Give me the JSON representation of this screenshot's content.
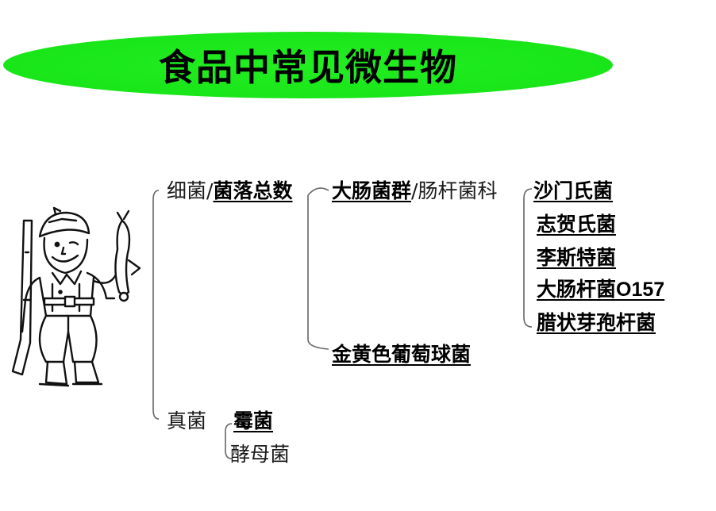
{
  "title": "食品中常见微生物",
  "colors": {
    "title_ellipse": "#19e619",
    "bracket": "#666666"
  },
  "clipart": "hunter-icon",
  "tree": {
    "bacteria": "细菌",
    "slash1": "/",
    "total_count": "菌落总数",
    "coliform": "大肠菌群",
    "slash2": "/",
    "enterobacteriaceae": "肠杆菌科",
    "salmonella": "沙门氏菌",
    "shigella": "志贺氏菌",
    "listeria": "李斯特菌",
    "ecoli_prefix": "大肠杆菌",
    "ecoli_strain": "O157",
    "bacillus_cereus": "腊状芽孢杆菌",
    "staph": "金黄色葡萄球菌",
    "fungi": "真菌",
    "mold": "霉菌",
    "yeast": "酵母菌"
  }
}
